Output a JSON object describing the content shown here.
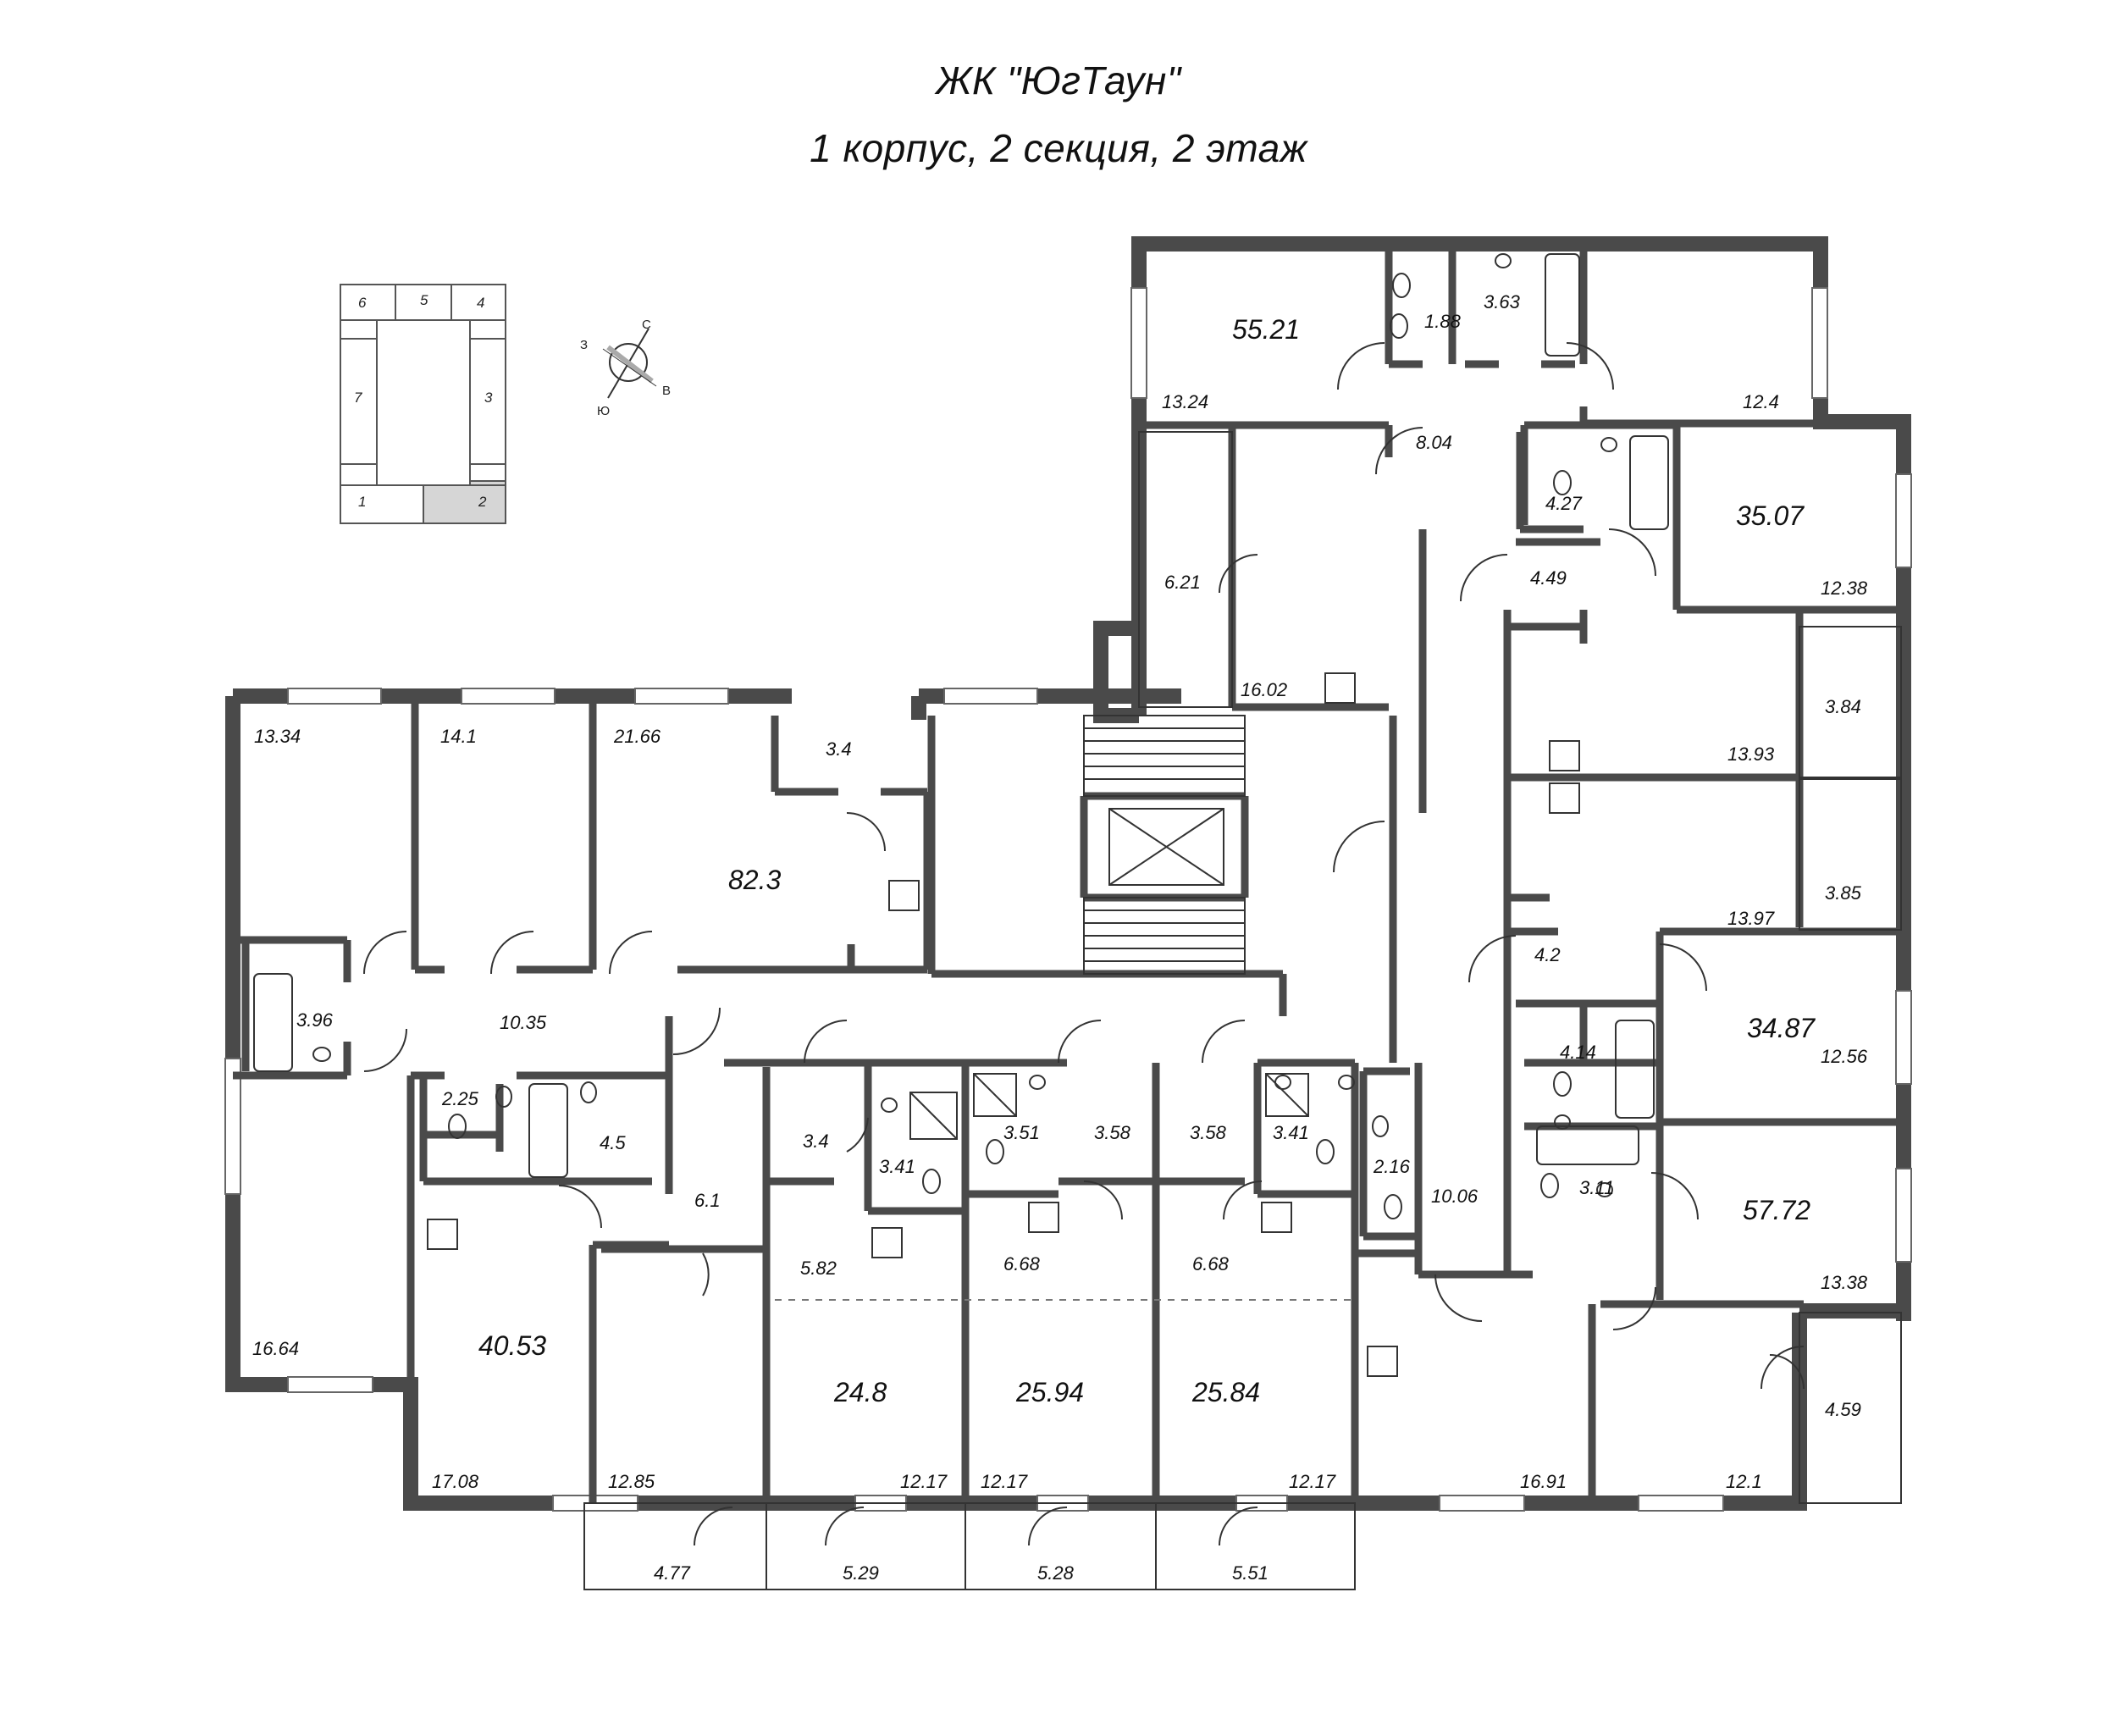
{
  "header": {
    "project": "ЖК \"ЮгТаун\"",
    "floor_info": "1 корпус, 2 секция, 2 этаж"
  },
  "key_plan": {
    "sections": [
      "1",
      "2",
      "3",
      "4",
      "5",
      "6",
      "7"
    ],
    "highlighted_section": "2"
  },
  "compass": {
    "north": "С",
    "south": "Ю",
    "east": "В",
    "west": "З"
  },
  "apartments": {
    "a55": {
      "total": "55.21",
      "room1": "13.24",
      "room2": "12.4",
      "bath1": "1.88",
      "bath2": "3.63",
      "hall": "8.04",
      "kitchen": "16.02",
      "balcony": "6.21"
    },
    "a35": {
      "total": "35.07",
      "room": "12.38",
      "bath": "4.27",
      "hall": "4.49",
      "kitchen": "13.93",
      "loggia": "3.84"
    },
    "a34": {
      "total": "34.87",
      "room": "12.56",
      "bath": "4.14",
      "hall": "4.2",
      "kitchen": "13.97",
      "loggia": "3.85"
    },
    "a57": {
      "total": "57.72",
      "room1": "13.38",
      "bath1": "3.11",
      "bath2": "2.16",
      "hall": "10.06",
      "kitchen": "16.91",
      "room2": "12.1",
      "loggia": "4.59"
    },
    "a82": {
      "total": "82.3",
      "room1": "13.34",
      "room2": "14.1",
      "room3": "21.66",
      "storage": "3.4",
      "bath": "3.96",
      "hall": "10.35",
      "room4": "16.64"
    },
    "a40": {
      "total": "40.53",
      "wc": "2.25",
      "bath": "4.5",
      "hall": "6.1",
      "kitchen": "17.08",
      "room": "12.85",
      "loggia": "4.77"
    },
    "s1": {
      "total": "24.8",
      "hall": "3.4",
      "bath": "3.41",
      "kitchen": "5.82",
      "room": "12.17",
      "loggia": "5.29"
    },
    "s2": {
      "total": "25.94",
      "bath": "3.51",
      "hall": "3.58",
      "kitchen": "6.68",
      "room": "12.17",
      "loggia": "5.28"
    },
    "s3": {
      "total": "25.84",
      "hall": "3.58",
      "bath": "3.41",
      "kitchen": "6.68",
      "room": "12.17",
      "loggia": "5.51"
    }
  }
}
